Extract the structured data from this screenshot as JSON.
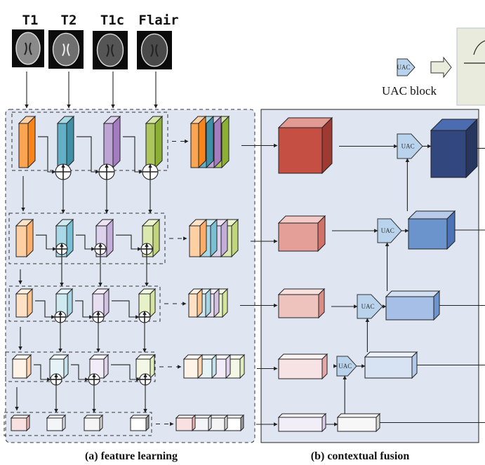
{
  "modalities": [
    {
      "label": "T1",
      "tone": "#8a8a8a"
    },
    {
      "label": "T2",
      "tone": "#6f6f6f"
    },
    {
      "label": "T1c",
      "tone": "#555555"
    },
    {
      "label": "Flair",
      "tone": "#4a4a4a"
    }
  ],
  "legend": {
    "block_text": "UAC",
    "label": "UAC block"
  },
  "uac_text": "UAC",
  "captions": {
    "feature_learning": "(a) feature learning",
    "contextual_fusion": "(b) contextual fusion"
  },
  "colors": {
    "panel_bg": "#dfe5f1",
    "uac_fill": "#b9d3ec",
    "legend_panel": "#e9ecdc",
    "levels": [
      {
        "mods": [
          "#f7851b",
          "#3f8fa6",
          "#a37cc1",
          "#8daf34"
        ],
        "fronts": [
          "#fba452",
          "#62b0c7",
          "#bca5d5",
          "#acc65c"
        ],
        "tops": [
          "#fdd2a8",
          "#a8dae6",
          "#ddd0ea",
          "#d6e6a6"
        ],
        "ctx": "#c44f42",
        "ctx_top": "#e29a92",
        "ctx_side": "#9e3a31",
        "fuse": "#33477f",
        "fuse_top": "#4b6cb0",
        "fuse_side": "#27365e"
      },
      {
        "mods": [
          "#fcae6a",
          "#7ac0d5",
          "#c2addb",
          "#c1d57a"
        ],
        "fronts": [
          "#fdcfa2",
          "#a9d9e6",
          "#dcd2ec",
          "#dbe9ae"
        ],
        "tops": [
          "#fee3c8",
          "#cfeaf1",
          "#ece4f5",
          "#ebf3cf"
        ],
        "ctx": "#e39f98",
        "ctx_top": "#f3cac5",
        "ctx_side": "#d0716a",
        "fuse": "#6b94cd",
        "fuse_top": "#b8caea",
        "fuse_side": "#4a72b4"
      },
      {
        "mods": [
          "#fdc48f",
          "#a6d6e3",
          "#d2c2e4",
          "#d5e5a0"
        ],
        "fronts": [
          "#fee1c4",
          "#cfe9f0",
          "#e7def2",
          "#e7f1c7"
        ],
        "tops": [
          "#fff0df",
          "#e5f4f8",
          "#f4eefa",
          "#f3f8e2"
        ],
        "ctx": "#eec2bd",
        "ctx_top": "#f8e0dc",
        "ctx_side": "#d98d86",
        "fuse": "#a5bfe6",
        "fuse_top": "#d3e0f4",
        "fuse_side": "#6e94cf"
      },
      {
        "mods": [
          "#fcd4b2",
          "#c4e3ec",
          "#e0d3ec",
          "#e2edbf"
        ],
        "fronts": [
          "#fff2e6",
          "#e6f3f6",
          "#f2ecf8",
          "#f3f8e6"
        ],
        "tops": [
          "#fff9f2",
          "#f2f9fb",
          "#f9f6fc",
          "#f9fcf1"
        ],
        "ctx": "#f7e3e3",
        "ctx_top": "#fcf2f2",
        "ctx_side": "#e3a8a8",
        "fuse": "#d7e3f3",
        "fuse_top": "#edf2fa",
        "fuse_side": "#b4c9e7"
      },
      {
        "mods": [
          "#efb5b5",
          "#d9dde6",
          "#d3d3d3",
          "#9a9a9a"
        ],
        "fronts": [
          "#f9e1e1",
          "#f4f5f9",
          "#f5f5f5",
          "#ffffff"
        ],
        "tops": [
          "#fcefef",
          "#fafbfd",
          "#fbfbfb",
          "#ffffff"
        ],
        "ctx": "#f2eef7",
        "ctx_top": "#faf8fc",
        "ctx_side": "#dccfea",
        "fuse": "#f7f7f7",
        "fuse_top": "#ffffff",
        "fuse_side": "#d8d8d8"
      }
    ]
  }
}
